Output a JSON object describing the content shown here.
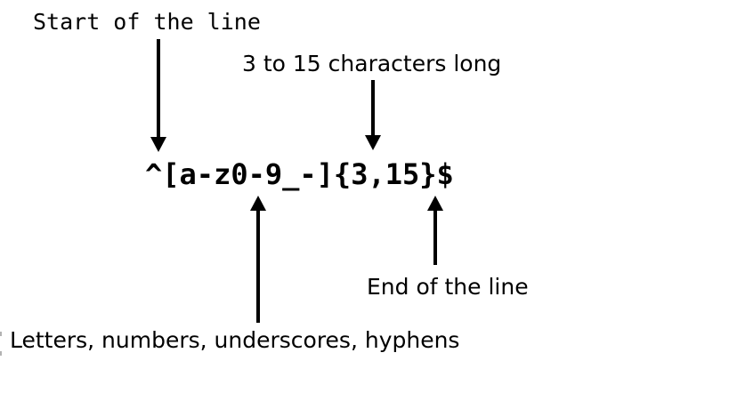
{
  "colors": {
    "ink": "#000000",
    "background": "#ffffff"
  },
  "diagram": {
    "regex": "^[a-z0-9_-]{3,15}$",
    "annotations": [
      {
        "label": "Start of the line",
        "points_to": "^",
        "arrow_direction": "down"
      },
      {
        "label": "3 to 15 characters long",
        "points_to": "{3,15}",
        "arrow_direction": "down"
      },
      {
        "label": "End of the line",
        "points_to": "$",
        "arrow_direction": "up"
      },
      {
        "label": "Letters, numbers, underscores, hyphens",
        "points_to": "[a-z0-9_-]",
        "arrow_direction": "up"
      }
    ]
  }
}
